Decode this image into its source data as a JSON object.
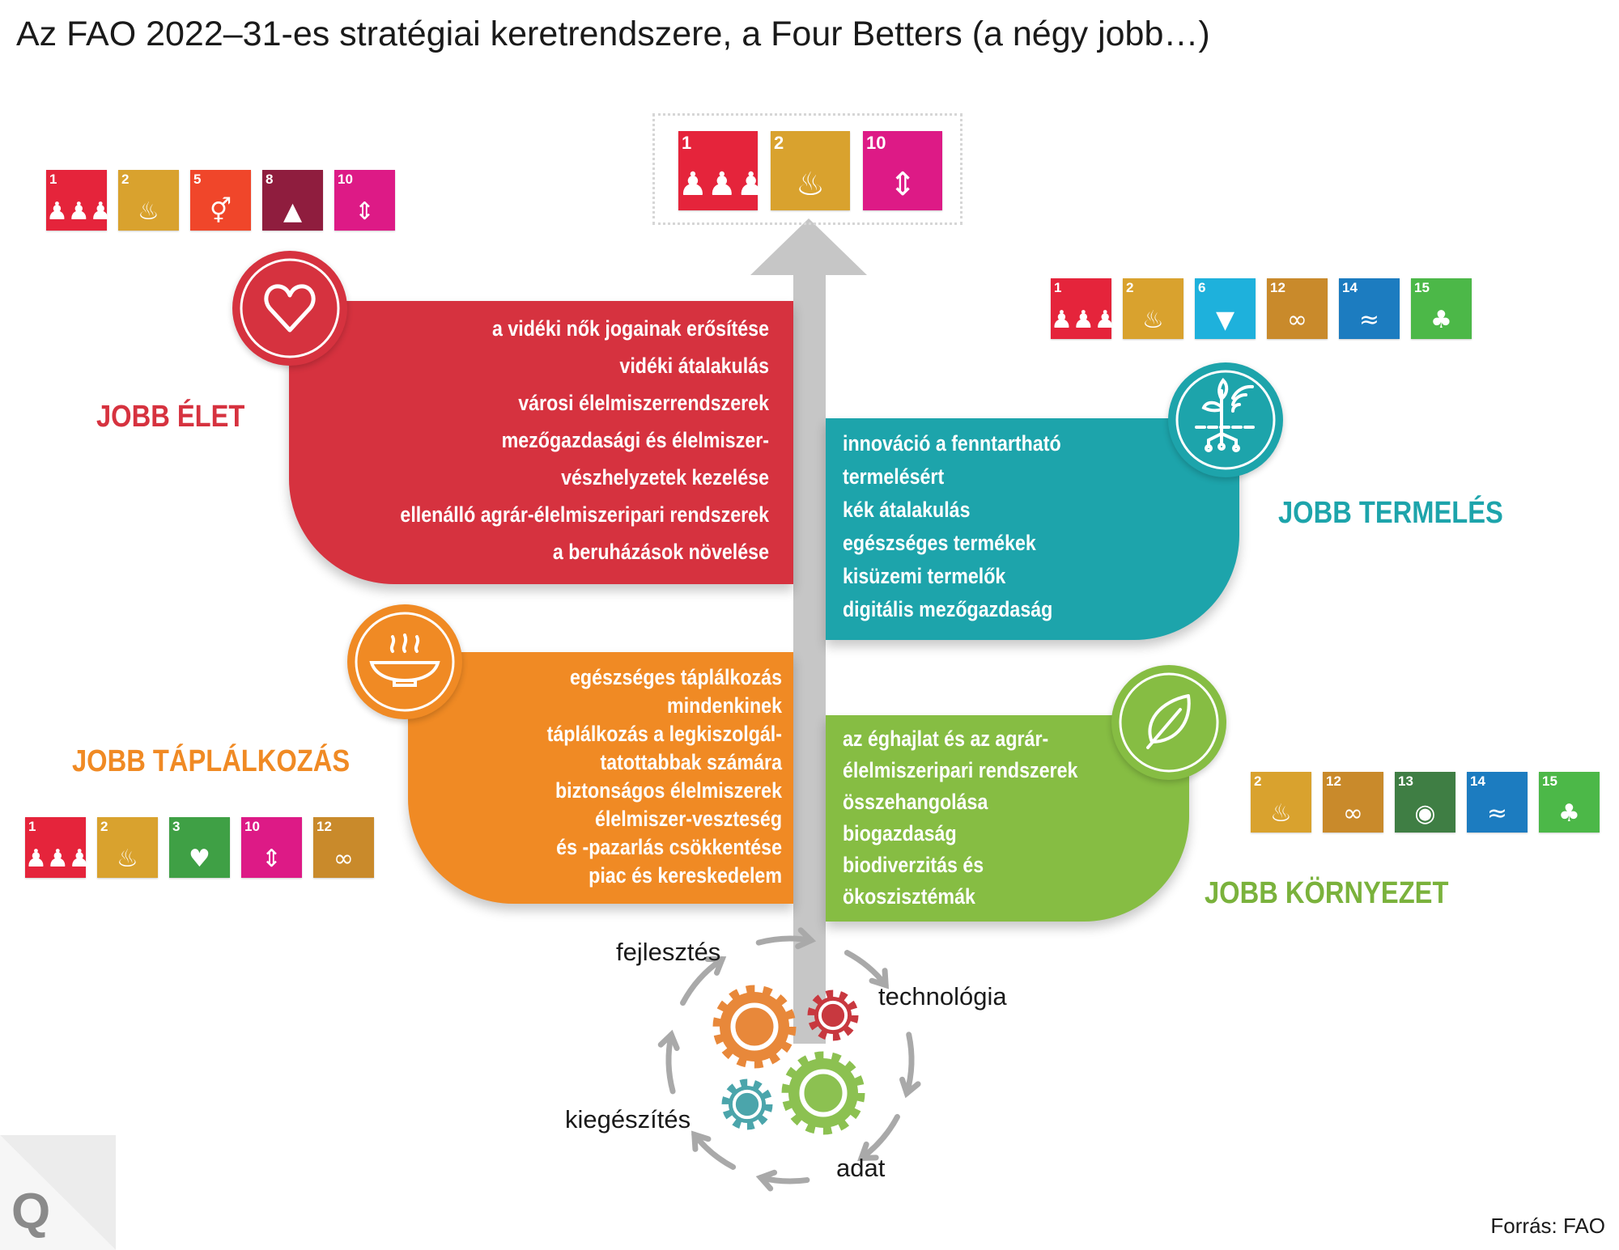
{
  "title": "Az FAO 2022–31-es stratégiai keretrendszere, a Four Betters (a négy jobb…)",
  "colors": {
    "elet": "#d6323f",
    "termeles": "#1da4ab",
    "taplalkozas": "#f08a24",
    "kornyezet": "#86bd43",
    "arrow": "#c6c6c6"
  },
  "sdg_colors": {
    "1": "#e5243b",
    "2": "#d9a22e",
    "3": "#3fa045",
    "5": "#f0462a",
    "6": "#1eb1dc",
    "8": "#8f1d3e",
    "10": "#dd1a86",
    "12": "#c98a2b",
    "13": "#3f7e44",
    "14": "#1c7cc0",
    "15": "#4cb848"
  },
  "sdg_icons": {
    "1": "people-icon",
    "2": "bowl-icon",
    "3": "heartbeat-icon",
    "5": "gender-icon",
    "6": "water-icon",
    "8": "growth-chart-icon",
    "10": "equality-icon",
    "12": "infinity-icon",
    "13": "eye-globe-icon",
    "14": "fish-icon",
    "15": "tree-icon"
  },
  "sdg_groups": {
    "top": [
      "1",
      "2",
      "10"
    ],
    "elet": [
      "1",
      "2",
      "5",
      "8",
      "10"
    ],
    "termeles": [
      "1",
      "2",
      "6",
      "12",
      "14",
      "15"
    ],
    "taplalkozas": [
      "1",
      "2",
      "3",
      "10",
      "12"
    ],
    "kornyezet": [
      "2",
      "12",
      "13",
      "14",
      "15"
    ]
  },
  "categories": {
    "elet": {
      "label": "JOBB ÉLET",
      "items": [
        "a vidéki nők jogainak erősítése",
        "vidéki átalakulás",
        "városi élelmiszerrendszerek",
        "mezőgazdasági és élelmiszer-",
        "vészhelyzetek kezelése",
        "ellenálló agrár-élelmiszeripari rendszerek",
        "a beruházások növelése"
      ]
    },
    "termeles": {
      "label": "JOBB TERMELÉS",
      "items": [
        "innováció a fenntartható",
        "termelésért",
        "kék átalakulás",
        "egészséges termékek",
        "kisüzemi termelők",
        "digitális mezőgazdaság"
      ]
    },
    "taplalkozas": {
      "label": "JOBB TÁPLÁLKOZÁS",
      "items": [
        "egészséges táplálkozás",
        "mindenkinek",
        "táplálkozás a legkiszolgál-",
        "tatottabbak számára",
        "biztonságos élelmiszerek",
        "élelmiszer-veszteség",
        "és -pazarlás csökkentése",
        "piac és kereskedelem"
      ]
    },
    "kornyezet": {
      "label": "JOBB KÖRNYEZET",
      "items": [
        "az éghajlat és az agrár-",
        "élelmiszeripari rendszerek",
        "összehangolása",
        "biogazdaság",
        "biodiverzitás és",
        "ökoszisztémák"
      ]
    }
  },
  "cycle": {
    "fejlesztes": "fejlesztés",
    "technologia": "technológia",
    "kiegeszites": "kiegészítés",
    "adat": "adat"
  },
  "logo": "Q",
  "source": "Forrás: FAO"
}
